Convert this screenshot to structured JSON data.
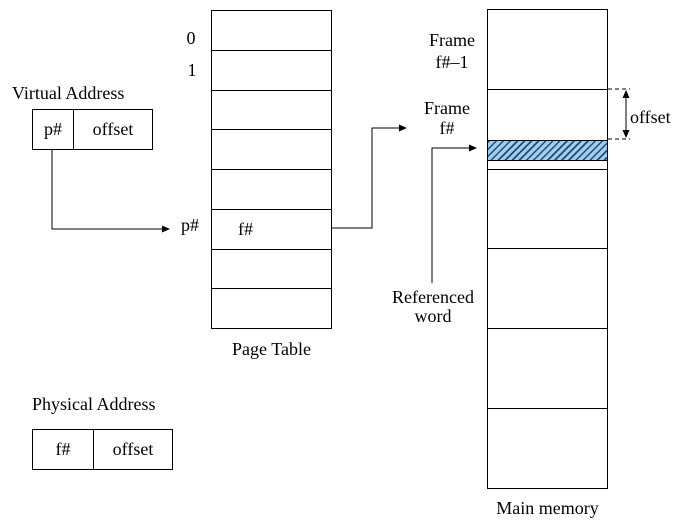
{
  "colors": {
    "line": "#000000",
    "hatch-fill": "#9dcef2",
    "hatch-stroke": "#27496d",
    "bg": "#ffffff"
  },
  "virtual_address": {
    "title": "Virtual Address",
    "page_field": "p#",
    "offset_field": "offset"
  },
  "physical_address": {
    "title": "Physical Address",
    "frame_field": "f#",
    "offset_field": "offset"
  },
  "page_table": {
    "caption": "Page Table",
    "row_labels": [
      "0",
      "1"
    ],
    "pointer_label": "p#",
    "entry_value": "f#"
  },
  "main_memory": {
    "caption": "Main memory",
    "frame_label_upper": {
      "line1": "Frame",
      "line2": "f#–1"
    },
    "frame_label_target": {
      "line1": "Frame",
      "line2": "f#"
    },
    "offset_label": "offset",
    "referenced_word": {
      "line1": "Referenced",
      "line2": "word"
    }
  }
}
